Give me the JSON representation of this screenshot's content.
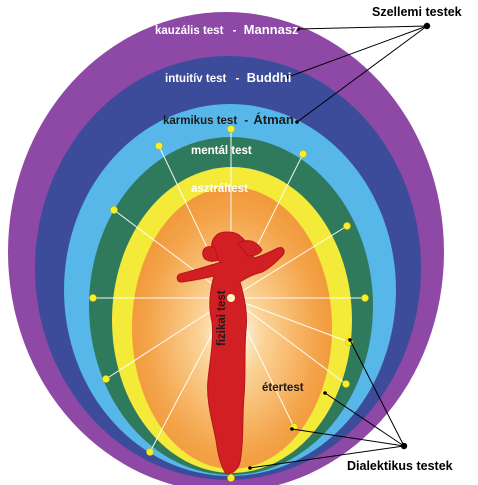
{
  "layers": {
    "kauzalis": {
      "label": "kauzális test",
      "name": "Mannasz",
      "color": "#8e49a6"
    },
    "intuitiv": {
      "label": "intuitív test",
      "name": "Buddhi",
      "color": "#3c4b9a"
    },
    "karmikus": {
      "label": "karmikus test",
      "name": "Átman",
      "color": "#57b7e8"
    },
    "mental": {
      "label": "mentál test",
      "color": "#2f7a5d"
    },
    "asztral": {
      "label": "asztráltest",
      "color": "#f3ea3a"
    },
    "eter": {
      "label": "étertest",
      "color": "#f29c3e"
    },
    "fizikai": {
      "label": "fizikai test",
      "color": "#d62424"
    }
  },
  "dash": "-",
  "groups": {
    "spiritual": "Szellemi testek",
    "dialectic": "Dialektikus testek"
  }
}
